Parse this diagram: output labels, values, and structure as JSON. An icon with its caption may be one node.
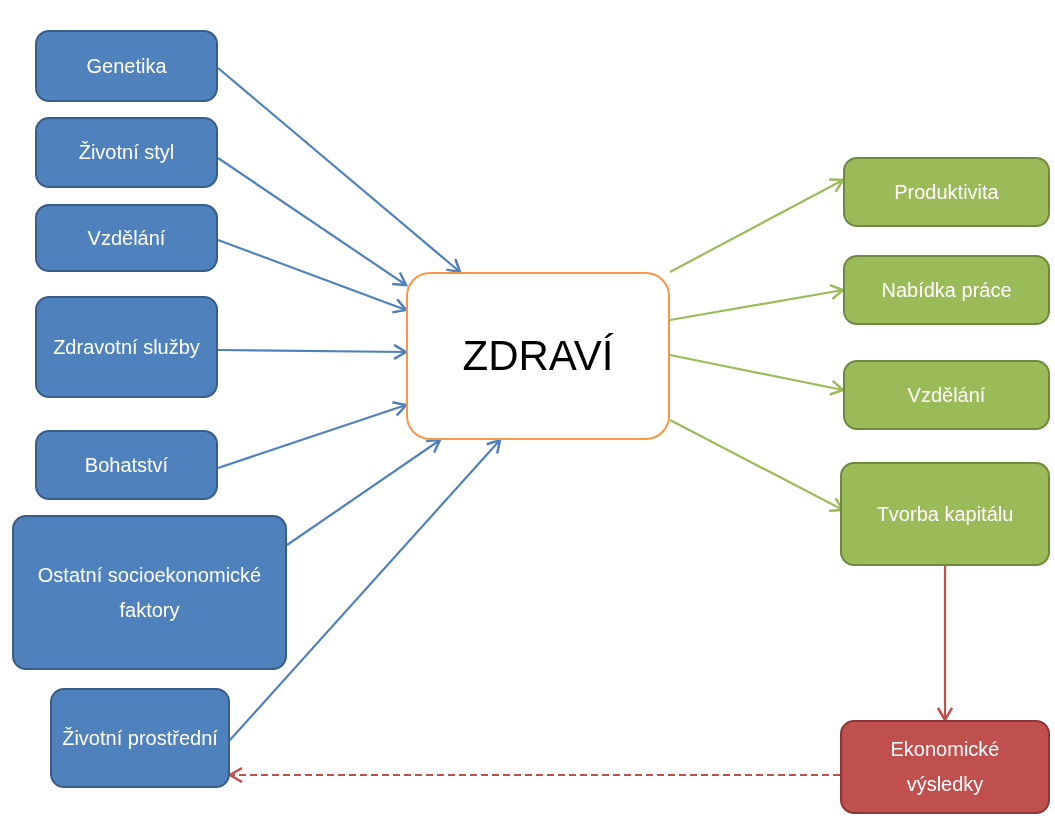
{
  "diagram": {
    "nodes": [
      {
        "text": [
          "Genetika"
        ]
      },
      {
        "text": [
          "Životní styl"
        ]
      },
      {
        "text": [
          "Vzdělání"
        ]
      },
      {
        "text": [
          "Zdravotní služby"
        ]
      },
      {
        "text": [
          "Bohatství"
        ]
      },
      {
        "text": [
          "Ostatní socioekonomické faktory"
        ]
      },
      {
        "text": [
          "Životní prostřední"
        ]
      },
      {
        "text": [
          "ZDRAVÍ"
        ]
      },
      {
        "text": [
          "Produktivita"
        ]
      },
      {
        "text": [
          "Nabídka práce"
        ]
      },
      {
        "text": [
          "Vzdělání"
        ]
      },
      {
        "text": [
          "Tvorba kapitálu"
        ]
      },
      {
        "text": [
          "Ekonomické výsledky"
        ]
      }
    ],
    "edges": [
      {
        "from": 0,
        "to": 7,
        "arrow": "to"
      },
      {
        "from": 1,
        "to": 7,
        "arrow": "to"
      },
      {
        "from": 2,
        "to": 7,
        "arrow": "to"
      },
      {
        "from": 3,
        "to": 7,
        "arrow": "to"
      },
      {
        "from": 4,
        "to": 7,
        "arrow": "to"
      },
      {
        "from": 5,
        "to": 7,
        "arrow": "to"
      },
      {
        "from": 6,
        "to": 7,
        "arrow": "to"
      },
      {
        "from": 7,
        "to": 8,
        "arrow": "to",
        "color": "#9bbb59"
      },
      {
        "from": 7,
        "to": 9,
        "arrow": "to",
        "color": "#9bbb59"
      },
      {
        "from": 7,
        "to": 10,
        "arrow": "to",
        "color": "#9bbb59"
      },
      {
        "from": 7,
        "to": 11,
        "arrow": "to",
        "color": "#9bbb59"
      },
      {
        "from": 11,
        "to": 12,
        "arrow": "to",
        "color": "#c0504d"
      },
      {
        "from": 12,
        "to": 6,
        "arrow": "to",
        "style": "dashed",
        "color": "#c0504d"
      }
    ]
  }
}
